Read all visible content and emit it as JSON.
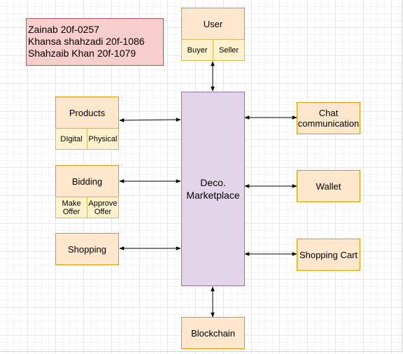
{
  "authors": [
    "Zainab 20f-0257",
    "Khansa shahzadi 20f-1086",
    "Shahzaib Khan 20f-1079"
  ],
  "center": {
    "line1": "Deco.",
    "line2": "Marketplace"
  },
  "user": {
    "label": "User",
    "buyer": "Buyer",
    "seller": "Seller"
  },
  "products": {
    "label": "Products",
    "digital": "DIgital",
    "physical": "Physical"
  },
  "bidding": {
    "label": "Bidding",
    "make_offer": [
      "Make",
      "Offer"
    ],
    "approve_offer": [
      "Approve",
      "Offer"
    ]
  },
  "shopping": "Shopping",
  "chat": [
    "Chat",
    "communication"
  ],
  "wallet": "Wallet",
  "shopping_cart": "Shopping Cart",
  "blockchain": "Blockchain",
  "colors": {
    "note_fill": "#f8cecc",
    "note_stroke": "#b85450",
    "node_fill": "#ffe6cc",
    "node_stroke": "#d79b00",
    "sub_fill": "#fff2cc",
    "sub_stroke": "#d6b656",
    "center_fill": "#e1d5e7",
    "center_stroke": "#9673a6"
  }
}
